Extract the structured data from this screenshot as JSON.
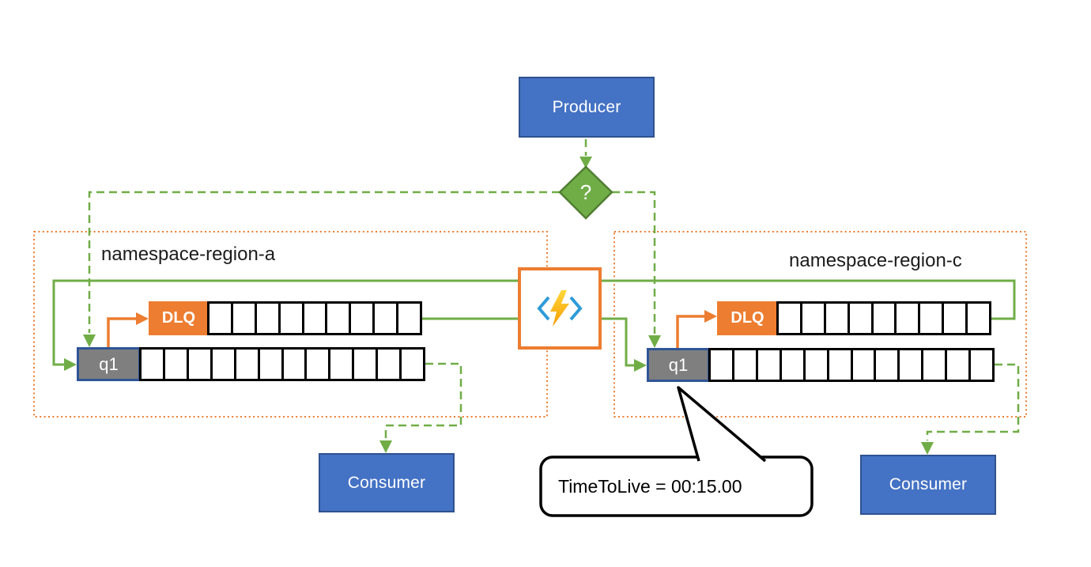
{
  "nodes": {
    "producer": {
      "label": "Producer"
    },
    "router": {
      "label": "?"
    },
    "function": {
      "icon": "azure-function-icon"
    },
    "consumer_left": {
      "label": "Consumer"
    },
    "consumer_right": {
      "label": "Consumer"
    }
  },
  "regions": {
    "left": {
      "label": "namespace-region-a",
      "dlq": {
        "label": "DLQ",
        "cells": 9
      },
      "queue": {
        "label": "q1",
        "cells": 12
      }
    },
    "right": {
      "label": "namespace-region-c",
      "dlq": {
        "label": "DLQ",
        "cells": 9
      },
      "queue": {
        "label": "q1",
        "cells": 12
      }
    }
  },
  "callout": {
    "text": "TimeToLive = 00:15.00"
  },
  "colors": {
    "node_blue": "#4472C4",
    "node_blue_border": "#2F528F",
    "green": "#70AD47",
    "green_border": "#507E32",
    "orange": "#ED7D31",
    "queue_gray": "#7F7F7F",
    "queue_gray_border": "#2F5597",
    "cell_border": "#000000",
    "callout_border": "#000000",
    "bracket_blue": "#2E9BD8",
    "bolt_yellow": "#FFD83B",
    "bolt_orange": "#F59B00"
  }
}
